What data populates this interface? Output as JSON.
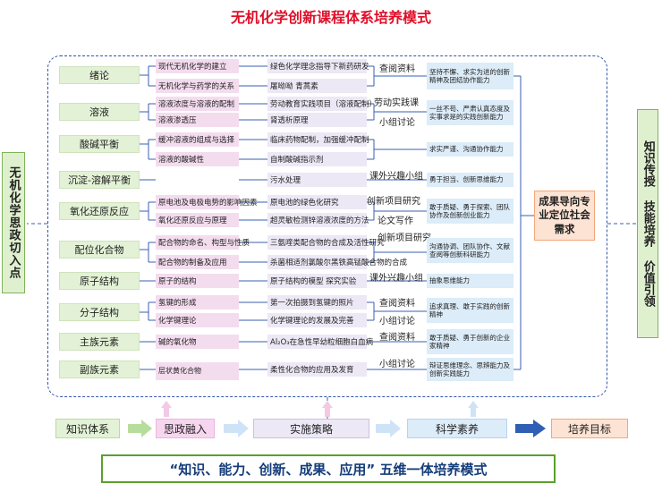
{
  "title": "无机化学创新课程体系培养模式",
  "side_left": "无机化学思政切入点",
  "side_right": "知识传授 技能培养 价值引领",
  "goal": "成果导向专业定位社会需求",
  "footer": "“知识、能力、创新、成果、应用” 五维一体培养模式",
  "flow": [
    "知识体系",
    "思政融入",
    "实施策略",
    "科学素养",
    "培养目标"
  ],
  "topics": [
    "绪论",
    "溶液",
    "酸碱平衡",
    "沉淀-溶解平衡",
    "氧化还原反应",
    "配位化合物",
    "原子结构",
    "分子结构",
    "主族元素",
    "副族元素"
  ],
  "subtopics": [
    "现代无机化学的建立",
    "无机化学与药学的关系",
    "溶液浓度与溶液的配制",
    "溶液渗透压",
    "缓冲溶液的组成与选择",
    "溶液的酸碱性",
    "原电池及电极电势的影响因素",
    "氧化还原反应与原理",
    "配合物的命名、构型与性质",
    "配合物的制备及应用",
    "原子的结构",
    "氢键的形成",
    "化学键理论",
    "碱的氧化物",
    "层状黄化合物"
  ],
  "ideology": [
    "绿色化学理念指导下新药研发",
    "屠呦呦 青蒿素",
    "劳动教育实践项目（溶液配制）",
    "肾透析原理",
    "临床药物配制，加强缓冲配制",
    "自制酸碱指示剂",
    "污水处理",
    "原电池的绿色化研究",
    "超灵敏检测锌溶液浓度的方法",
    "三氨喹类配合物的合成及活性研究",
    "杀菌相适剂氯酸尔黑铁高锰酸合物的合成",
    "原子结构的模型 探究实验",
    "第一次拍摄到氢键的照片",
    "化学键理论的发展及完善",
    "Al₂O₃在急性早幼粒细胞白血病",
    "柔性化合物的应用及发育"
  ],
  "methods": [
    "查阅资料",
    "劳动实践课",
    "小组讨论",
    "课外兴趣小组",
    "创新项目研究",
    "论文写作",
    "创新项目研究",
    "课外兴趣小组",
    "查阅资料",
    "小组讨论",
    "查阅资料",
    "小组讨论"
  ],
  "results": [
    "坚持不懈、求实为进的创新精神及团结协作能力",
    "一丝不苟、严肃认真态度及实事求是的实践创新能力",
    "求实严谨、沟通协作能力",
    "勇于担当、创新思维能力",
    "敢于质疑、勇于探索、团队协作及创新创业能力",
    "沟通协调、团队协作、文献查阅等创新科研能力",
    "抽象思维能力",
    "追求真理、敢于实践的创新精神",
    "敢于质疑、勇于创新的企业家精神",
    "辩证思维理念、思辨能力及创新实践能力"
  ]
}
